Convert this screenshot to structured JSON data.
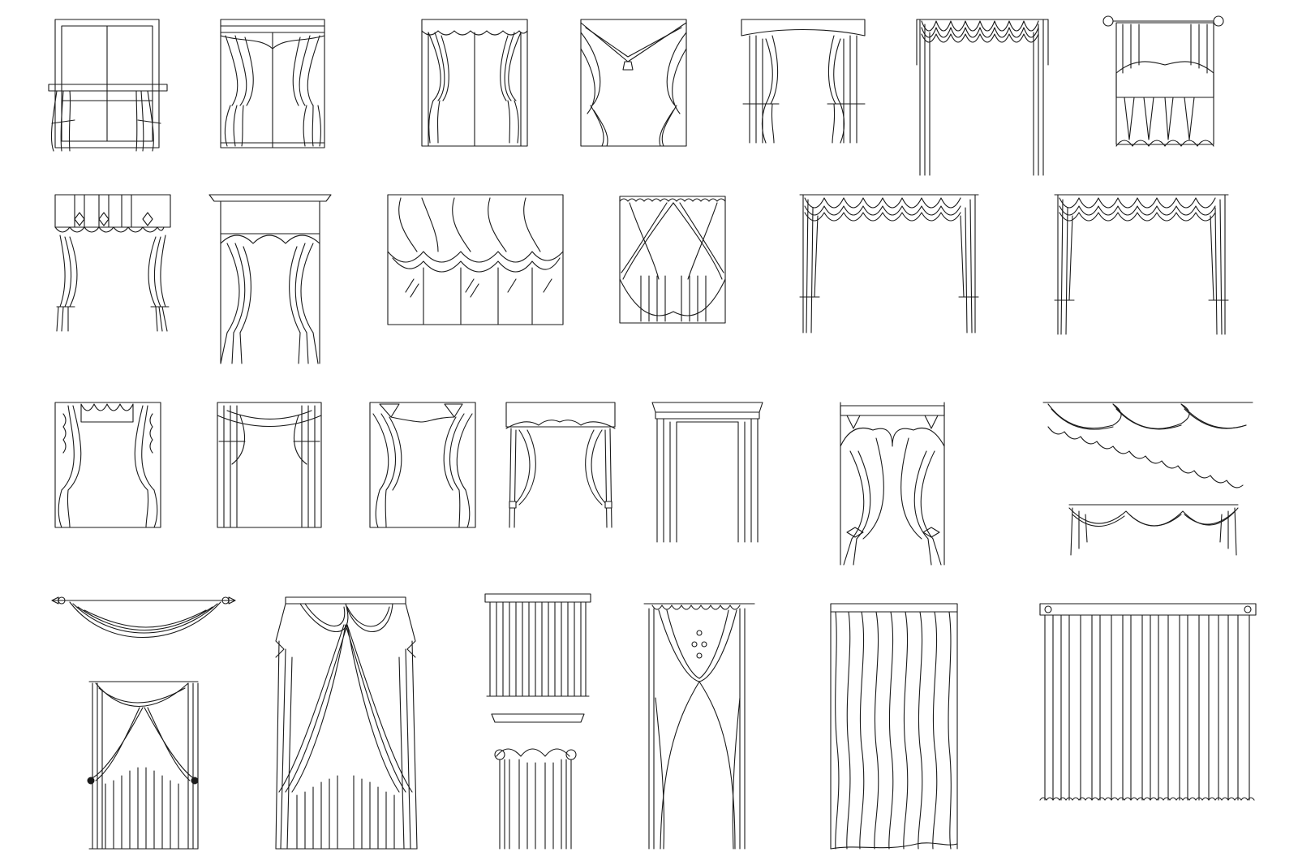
{
  "drawing": {
    "background": "#ffffff",
    "line_color": "#1a1a1a",
    "subject": "curtain-designs-catalog",
    "rows": [
      {
        "row": 1,
        "items": [
          "window-tied-curtains",
          "double-swag-tied",
          "scalloped-pelmet-tied",
          "triangle-valance-tassel",
          "arched-pelmet-tied",
          "festoon-swag-drapes",
          "rod-austrian-blind"
        ]
      },
      {
        "row": 2,
        "items": [
          "tab-top-tied",
          "cornice-pelmet-tied",
          "balloon-valance-window",
          "crossover-sheer",
          "festoon-drapes-wide",
          "festoon-drapes-wide-2"
        ]
      },
      {
        "row": 3,
        "items": [
          "ruffled-tied",
          "swag-tied",
          "draped-tied",
          "shaped-pelmet-tied",
          "cornice-panels",
          "shaped-valance-holdback",
          "swag-valance-pair"
        ]
      },
      {
        "row": 4,
        "items": [
          "rod-swag-and-tied",
          "grand-swag-drapes",
          "pleated-blind-pair",
          "sheer-crossover-tall",
          "wavy-sheer-panel",
          "pinch-pleat-wide"
        ]
      }
    ]
  }
}
